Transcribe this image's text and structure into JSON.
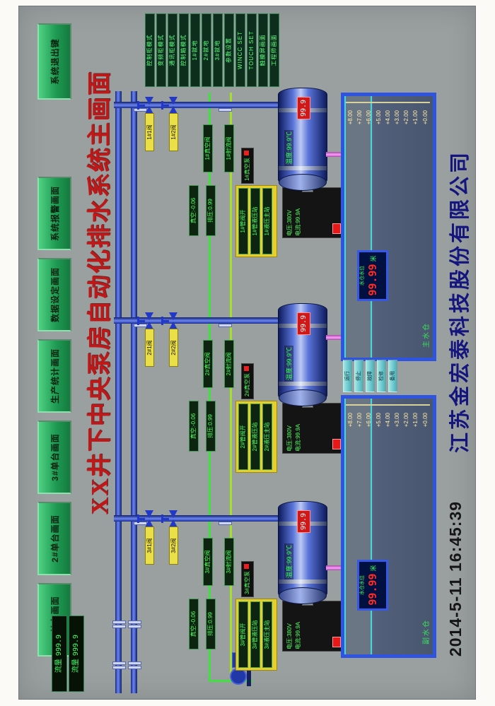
{
  "toolbar": {
    "buttons": [
      {
        "label": "1#单台画面"
      },
      {
        "label": "2#单台画面"
      },
      {
        "label": "3#单台画面"
      },
      {
        "label": "生产统计画面"
      },
      {
        "label": "数据设定画面"
      },
      {
        "label": "系统报警画面"
      }
    ],
    "exit_label": "系统退出键"
  },
  "title": "XX井下中央泵房自动化排水系统主画面",
  "mode_panel": {
    "items": [
      "控制柜模式",
      "变频柜模式",
      "通讯柜模式",
      "控制箱模式",
      "1#就地",
      "2#就地",
      "3#就地",
      "参数设置",
      "WINCC SET",
      "TOUCH SET",
      "触摸屏画面",
      "工程师画面"
    ]
  },
  "flow_meters": [
    {
      "label": "流量",
      "value": "999.9"
    },
    {
      "label": "流量",
      "value": "999.9"
    }
  ],
  "pumps": [
    {
      "id": "3#",
      "valve1_tag": "3#1阀",
      "valve2_tag": "3#2阀",
      "vacuum_gauge": "真空:-0.06",
      "pressure_gauge": "排压:0.99",
      "vacuum_valve": "3#真空阀",
      "jet_valve": "3#射流阀",
      "vacuum_pump": "3#真空泵",
      "hyd_rows": [
        "3#管阀开",
        "3#管液压站",
        "3#液压主站"
      ],
      "voltage": "电压:380V",
      "current": "电流:99.9A",
      "temp_label": "温度:99.9℃",
      "temp_value": "99.9"
    },
    {
      "id": "2#",
      "valve1_tag": "2#1阀",
      "valve2_tag": "2#2阀",
      "vacuum_gauge": "真空:-0.06",
      "pressure_gauge": "排压:0.99",
      "vacuum_valve": "2#真空阀",
      "jet_valve": "2#射流阀",
      "vacuum_pump": "2#真空泵",
      "hyd_rows": [
        "2#管阀开",
        "2#管液压站",
        "2#液压主站"
      ],
      "voltage": "电压:380V",
      "current": "电流:99.9A",
      "temp_label": "温度:99.9℃",
      "temp_value": "99.9"
    },
    {
      "id": "1#",
      "valve1_tag": "1#1阀",
      "valve2_tag": "1#2阀",
      "vacuum_gauge": "真空:-0.06",
      "pressure_gauge": "排压:0.99",
      "vacuum_valve": "1#真空阀",
      "jet_valve": "1#射流阀",
      "vacuum_pump": "1#真空泵",
      "hyd_rows": [
        "1#管阀开",
        "1#管液压站",
        "1#液压主站"
      ],
      "voltage": "电压:380V",
      "current": "电流:99.9A",
      "temp_label": "温度:99.9℃",
      "temp_value": "99.9"
    }
  ],
  "tanks": [
    {
      "name": "副水仓",
      "scale": [
        "+8.00",
        "+7.00",
        "+6.00",
        "+5.00",
        "+4.00",
        "+3.00",
        "+2.00",
        "+1.00",
        "+0.00"
      ],
      "level_label": "水仓水位",
      "level_value": "99.99",
      "unit": "米"
    },
    {
      "name": "主水仓",
      "scale": [
        "+8.00",
        "+7.00",
        "+6.00",
        "+5.00",
        "+4.00",
        "+3.00",
        "+2.00",
        "+1.00",
        "+0.00"
      ],
      "level_label": "水仓水位",
      "level_value": "99.99",
      "unit": "米"
    }
  ],
  "legend": [
    "运行",
    "停止",
    "故障",
    "检修",
    "备用"
  ],
  "footer": {
    "datetime": "2014-5-11  16:45:39",
    "company": "江苏金宏泰科技股份有限公司"
  },
  "colors": {
    "screen_bg": "#9aa0a0",
    "button_green": "#2fae5f",
    "title_red": "#c01818",
    "company_navy": "#15157e",
    "pipe_blue": "#2a3fb8",
    "suction_pink": "#e87ae8",
    "vacuum_line_green": "#3fe040",
    "alarm_red": "#e82020"
  }
}
